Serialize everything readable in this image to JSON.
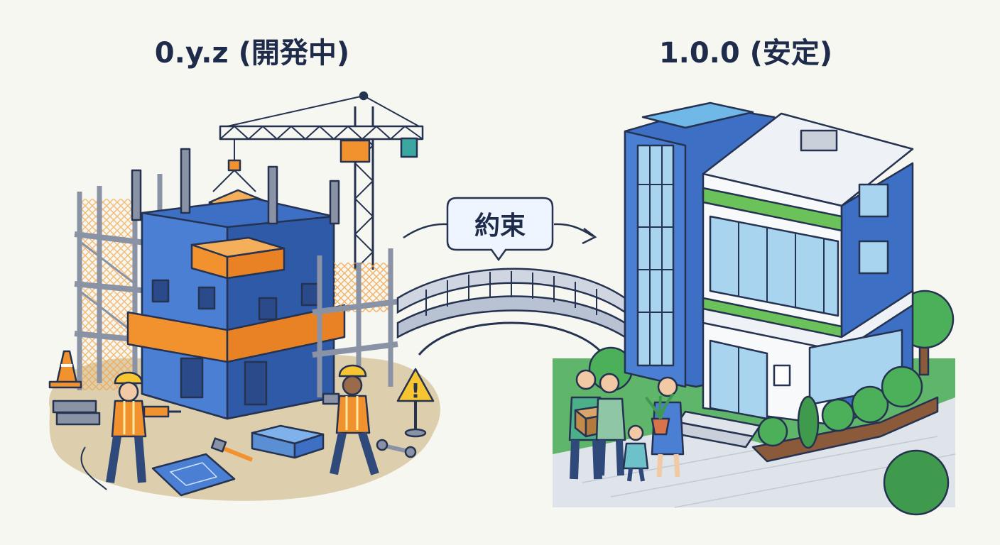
{
  "labels": {
    "left_title": "0.y.z (開発中)",
    "right_title": "1.0.0 (安定)",
    "bridge_label": "約束"
  },
  "colors": {
    "navy_text": "#1f2b4a",
    "outline": "#253250",
    "building_blue": "#3d6fc4",
    "accent_orange": "#f2922e",
    "glass_blue": "#a9d4f0",
    "accent_green": "#6cc25a",
    "grass_green": "#5fb56a",
    "dirt": "#ddcfae",
    "background": "#f7f7f2"
  },
  "icons": {
    "warning": "warning-sign-icon",
    "cone": "traffic-cone-icon",
    "wrench": "wrench-icon",
    "hammer": "hammer-icon"
  }
}
